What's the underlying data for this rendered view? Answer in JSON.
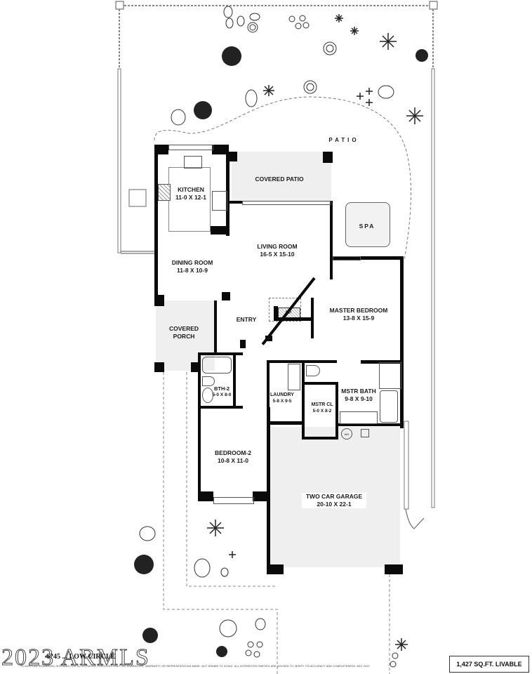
{
  "plan": {
    "address": "6?45 ... LOW CIRCLE",
    "square_footage": "1,427 SQ.FT. LIVABLE",
    "disclaimer": "FLOORPLAN RENDERING INTENDED FOR ILLUSTRATIVE PURPOSES ONLY. NO GUARANTEE, WARRANTY OR REPRESENTATION MADE. NOT DRAWN TO SCALE. ALL INTERESTED PARTIES ARE ADVISED TO VERIFY ITS ACCURACY AND COMPLETENESS. DEC 2022",
    "watermark": "2023 ARMLS"
  },
  "rooms": {
    "kitchen": {
      "name": "KITCHEN",
      "dims": "11-0 X 12-1"
    },
    "covered_patio": {
      "name": "COVERED PATIO"
    },
    "patio": {
      "name": "PATIO"
    },
    "spa": {
      "name": "SPA"
    },
    "living_room": {
      "name": "LIVING ROOM",
      "dims": "16-5  X  15-10"
    },
    "dining_room": {
      "name": "DINING ROOM",
      "dims": "11-8  X  10-9"
    },
    "master_bedroom": {
      "name": "MASTER BEDROOM",
      "dims": "13-8  X  15-9"
    },
    "fireplace": {
      "name": "FP"
    },
    "entry": {
      "name": "ENTRY"
    },
    "covered_porch": {
      "name": "COVERED",
      "name2": "PORCH"
    },
    "bath_2": {
      "name": "BTH-2",
      "dims": "5-0 X 8-0"
    },
    "laundry": {
      "name": "LAUNDRY",
      "dims": "5-8 X 9-5"
    },
    "master_closet": {
      "name": "MSTR CL",
      "dims": "5-0 X 8-2"
    },
    "master_bath": {
      "name": "MSTR BATH",
      "dims": "9-8  X  9-10"
    },
    "water_heater": {
      "name": "WH"
    },
    "bedroom_2": {
      "name": "BEDROOM-2",
      "dims": "10-8  X 11-0"
    },
    "garage": {
      "name": "TWO CAR GARAGE",
      "dims": "20-10  X  22-1"
    }
  }
}
